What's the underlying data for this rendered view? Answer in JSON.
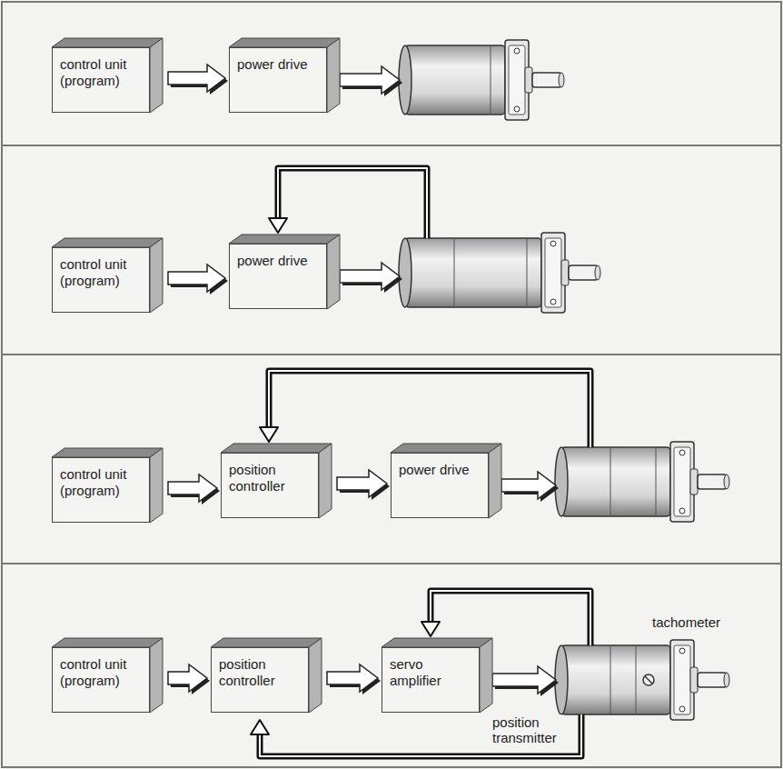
{
  "diagram": {
    "nodes": [
      {
        "text": [
          "control unit (program)"
        ]
      },
      {
        "text": [
          "power drive"
        ]
      },
      {
        "text": [
          "control unit (program)"
        ]
      },
      {
        "text": [
          "power drive"
        ]
      },
      {
        "text": [
          "control unit (program)"
        ]
      },
      {
        "text": [
          "position controller"
        ]
      },
      {
        "text": [
          "power drive"
        ]
      },
      {
        "text": [
          "control unit (program)"
        ]
      },
      {
        "text": [
          "position controller"
        ]
      },
      {
        "text": [
          "servo amplifier"
        ]
      }
    ],
    "edges": [
      {
        "from": 0,
        "to": 1,
        "arrow": "to"
      },
      {
        "from": 2,
        "to": 3,
        "arrow": "to"
      },
      {
        "from": 4,
        "to": 5,
        "arrow": "to"
      },
      {
        "from": 5,
        "to": 6,
        "arrow": "to"
      },
      {
        "from": 7,
        "to": 8,
        "arrow": "to"
      },
      {
        "from": 8,
        "to": 9,
        "arrow": "to"
      }
    ],
    "labels": [
      "tachometer",
      "position transmitter"
    ]
  }
}
